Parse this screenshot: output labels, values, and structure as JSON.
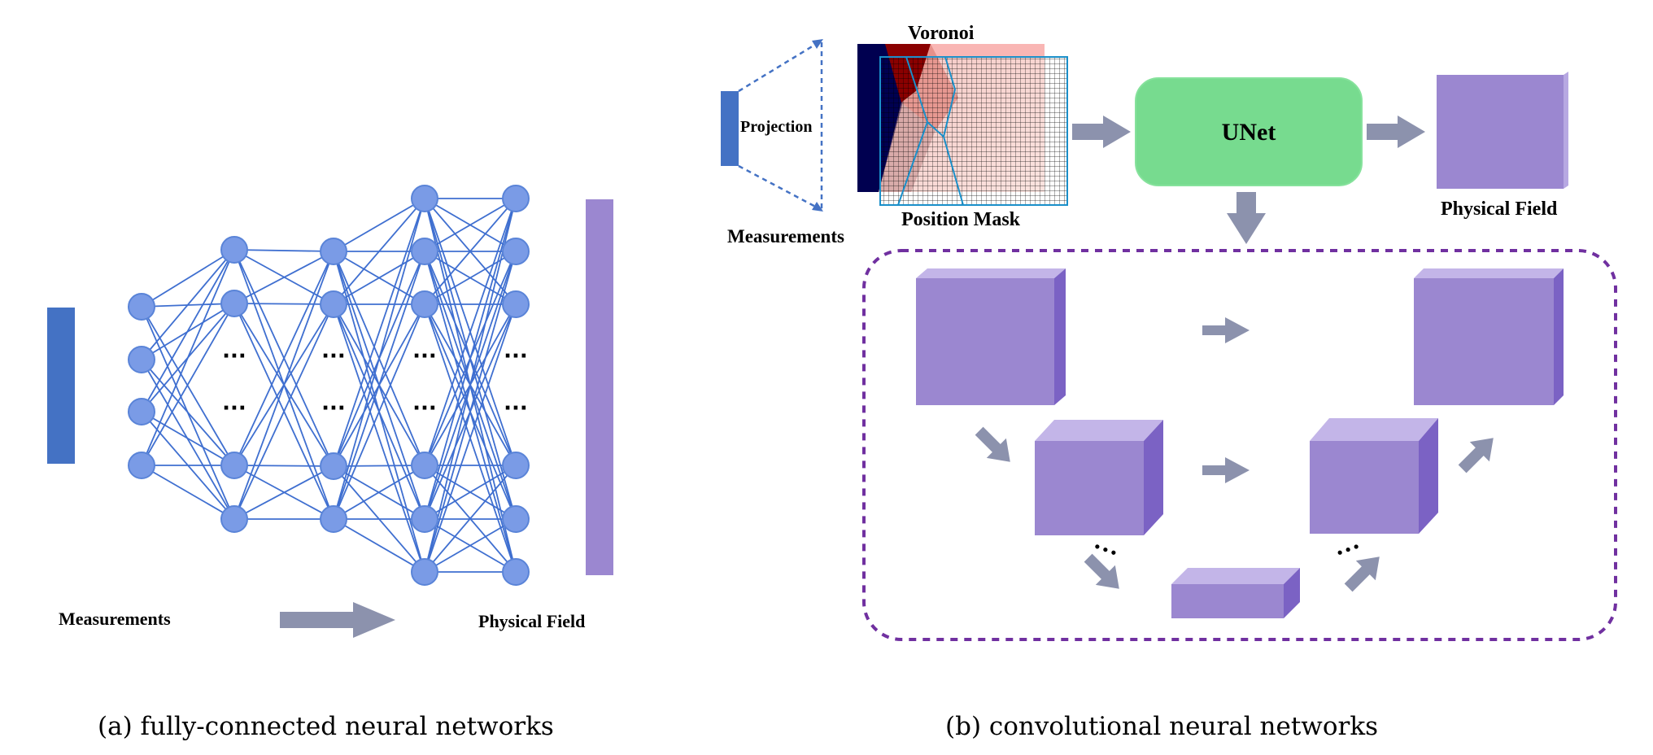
{
  "colors": {
    "measurement_bar": "#4472c4",
    "field_purple": "#9b87d0",
    "neuron_fill": "#7a9be6",
    "connection": "#3f6fd0",
    "arrow_gray": "#8c92ad",
    "unet_green": "#77db8f",
    "dashed_purple": "#7030a0"
  },
  "panel_a": {
    "measurements_label": "Measurements",
    "physical_field_label": "Physical Field",
    "ellipsis": "···",
    "caption": "(a)  fully-connected neural networks"
  },
  "panel_b": {
    "projection_label": "Projection",
    "measurements_label": "Measurements",
    "voronoi_label": "Voronoi",
    "position_mask_label": "Position Mask",
    "unet_label": "UNet",
    "physical_field_label": "Physical Field",
    "ellipsis": "···",
    "caption": "(b)  convolutional neural networks"
  }
}
